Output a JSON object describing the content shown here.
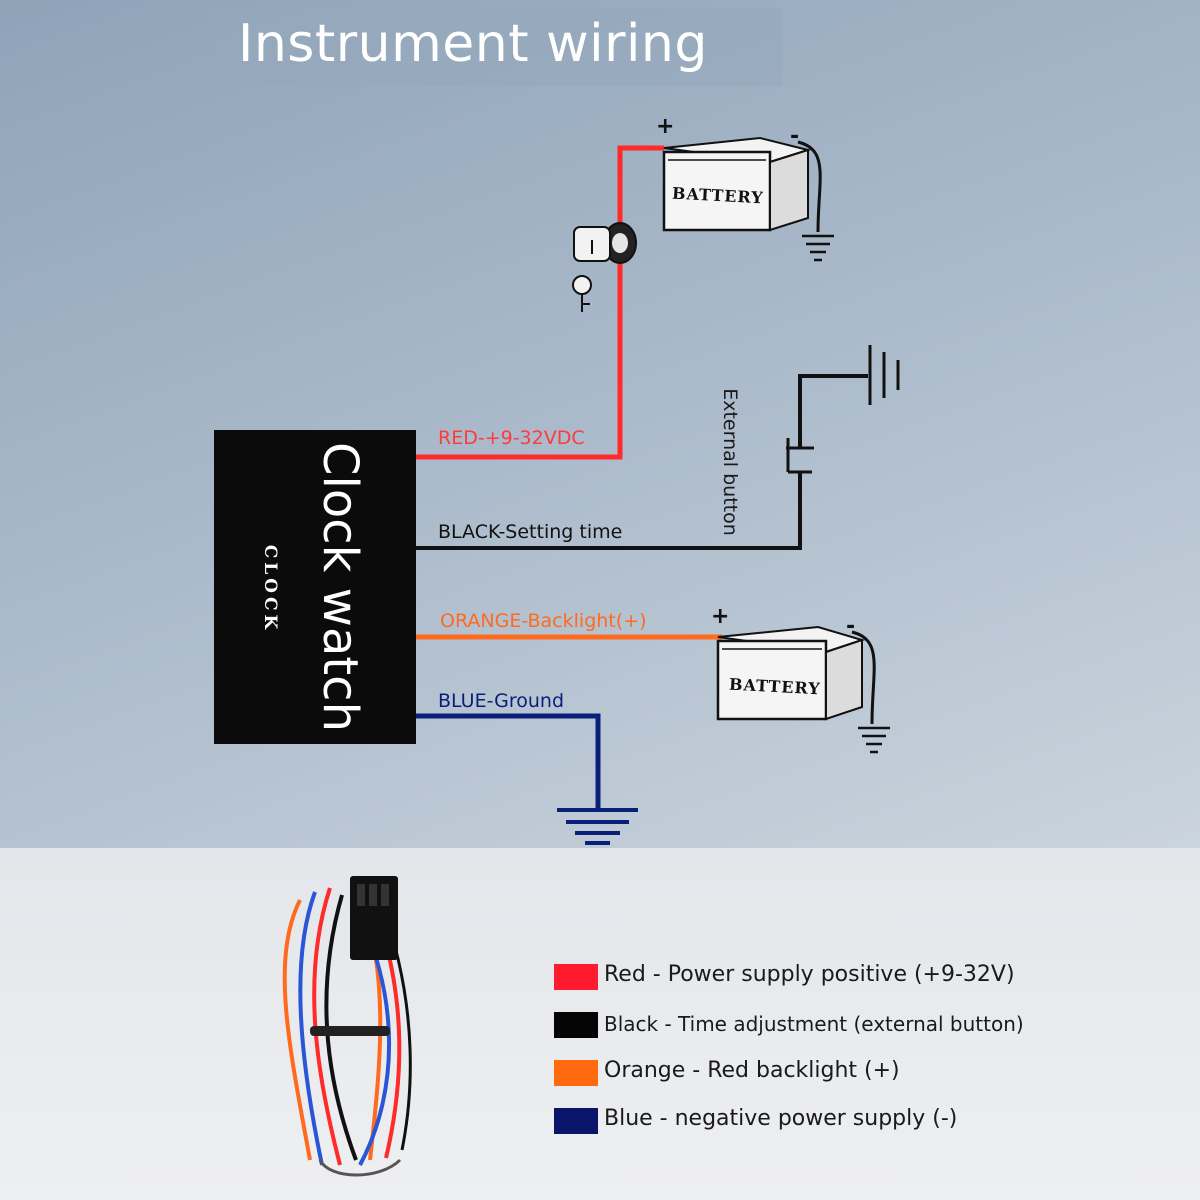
{
  "title": "Instrument wiring",
  "clock": {
    "title": "Clock watch",
    "subtitle": "CLOCK"
  },
  "wires": [
    {
      "label": "RED-+9-32VDC",
      "color": "#ff2a2a"
    },
    {
      "label": "BLACK-Setting time",
      "color": "#111111"
    },
    {
      "label": "ORANGE-Backlight(+)",
      "color": "#ff6a1f"
    },
    {
      "label": "BLUE-Ground",
      "color": "#0a1f7a"
    }
  ],
  "external_button": "External button",
  "battery": {
    "label": "BATTERY",
    "plus": "+",
    "minus": "-"
  },
  "legend": [
    {
      "text": "Red - Power supply positive (+9-32V)",
      "color": "#ff1a2e"
    },
    {
      "text": "Black - Time adjustment (external button)",
      "color": "#050505"
    },
    {
      "text": "Orange - Red backlight (+)",
      "color": "#ff6a10"
    },
    {
      "text": "Blue - negative power supply (-)",
      "color": "#0a1468"
    }
  ]
}
